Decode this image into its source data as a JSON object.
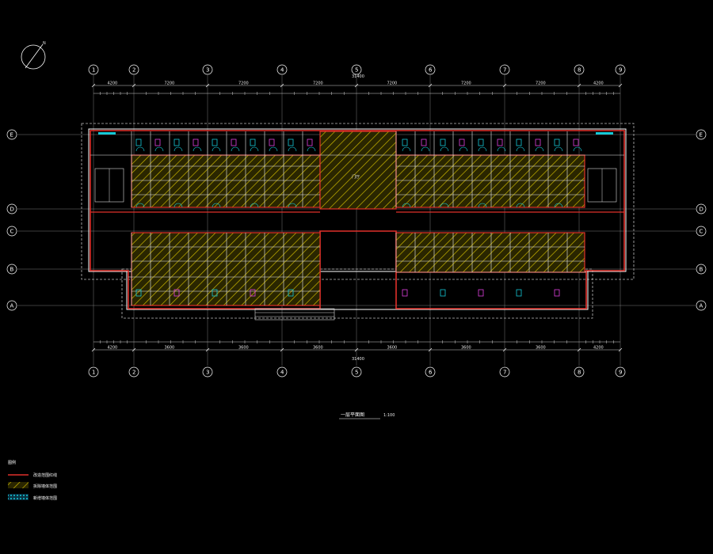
{
  "drawing": {
    "title": "一层平面图",
    "scale": "1:100",
    "north_mark": "N",
    "total_dimension_top": "31400",
    "total_dimension_bottom": "31400",
    "center_label": "门厅"
  },
  "axes": {
    "columns": [
      "1",
      "2",
      "3",
      "4",
      "5",
      "6",
      "7",
      "8",
      "9"
    ],
    "rows": [
      "E",
      "D",
      "C",
      "B",
      "A"
    ]
  },
  "dimensions": {
    "column_spans": [
      "4200",
      "7200",
      "7200",
      "7200",
      "7200",
      "7200",
      "7200",
      "4200"
    ],
    "column_span_labels": [
      "4200",
      "3600",
      "3600",
      "3600",
      "3600",
      "3600",
      "3600",
      "4200"
    ]
  },
  "legend": {
    "title": "图例",
    "items": [
      {
        "label": "改造范围红线",
        "kind": "red-line",
        "color": "#e0302a"
      },
      {
        "label": "拆除墙体范围",
        "kind": "hatch-yellow",
        "color": "#c8b400"
      },
      {
        "label": "新增墙体范围",
        "kind": "hatch-cyan",
        "color": "#10c8d8"
      }
    ]
  },
  "colors": {
    "background": "#000000",
    "line": "#ffffff",
    "grid": "#c8c8c8",
    "red": "#e0302a",
    "hatch": "#b8a800",
    "cyan": "#16c8d6",
    "magenta": "#e040e0"
  }
}
